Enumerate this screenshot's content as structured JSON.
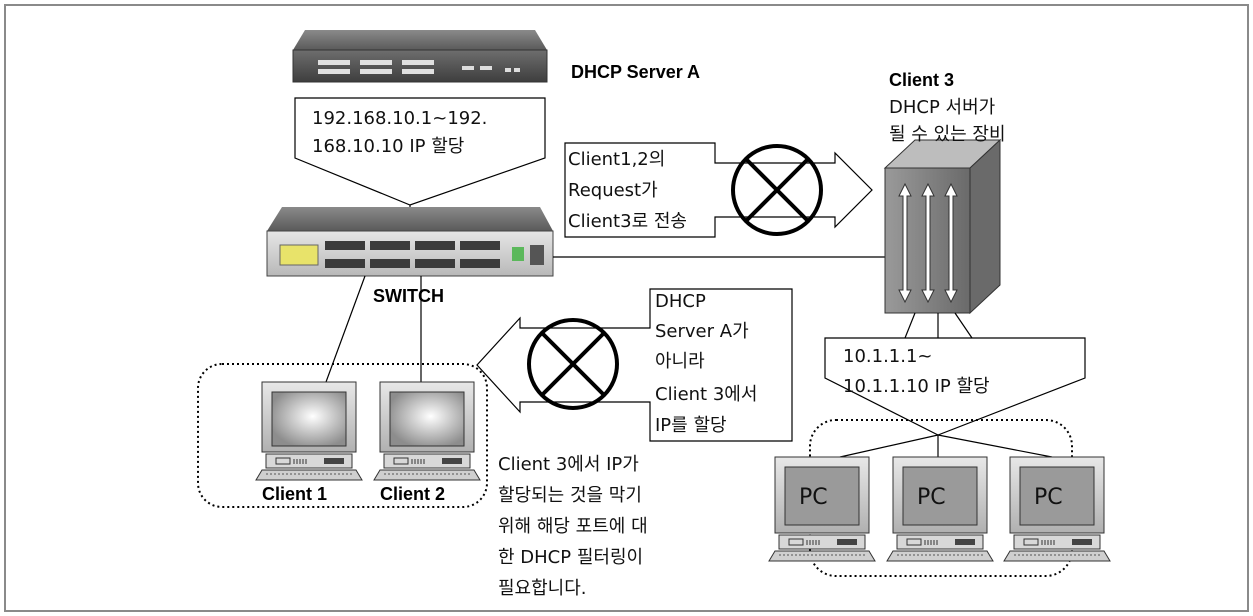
{
  "dhcp_server": {
    "label": "DHCP Server A",
    "range_line1": "192.168.10.1~192.",
    "range_line2": "168.10.10 IP  할당"
  },
  "switch": {
    "label": "SWITCH"
  },
  "client3": {
    "title": "Client 3",
    "desc_line1": "DHCP  서버가",
    "desc_line2": "될  수  있는  장비",
    "range_line1": "10.1.1.1~",
    "range_line2": "10.1.1.10  IP  할당"
  },
  "blocked_request": {
    "line1": "Client1,2의",
    "line2": "Request가",
    "line3": "Client3로  전송"
  },
  "blocked_assign": {
    "line1": "DHCP",
    "line2": "Server A가",
    "line3": "아니라",
    "line4": "Client 3에서",
    "line5": "IP를  할당"
  },
  "clients": {
    "client1": "Client 1",
    "client2": "Client 2"
  },
  "pcs": [
    "PC",
    "PC",
    "PC"
  ],
  "note": {
    "line1": "Client 3에서  IP가",
    "line2": "할당되는  것을  막기",
    "line3": "위해  해당  포트에  대",
    "line4": "한  DHCP  필터링이",
    "line5": "필요합니다."
  }
}
